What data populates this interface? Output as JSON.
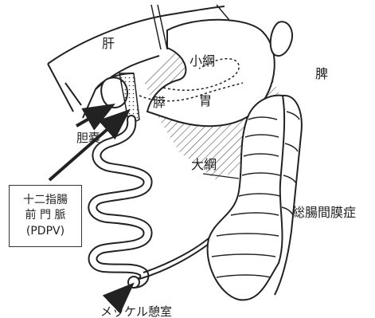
{
  "labels": {
    "liver": "肝",
    "lesser_omentum": "小網",
    "spleen": "脾",
    "pancreas": "膵",
    "stomach": "胃",
    "gallbladder": "胆嚢",
    "greater_omentum": "大網",
    "common_mesentery": "総腸間膜症",
    "meckel": "メッケル憩室"
  },
  "pdpv_box": {
    "line1": "十二指腸",
    "line2": "前 門 脈",
    "line3": "(PDPV)"
  }
}
